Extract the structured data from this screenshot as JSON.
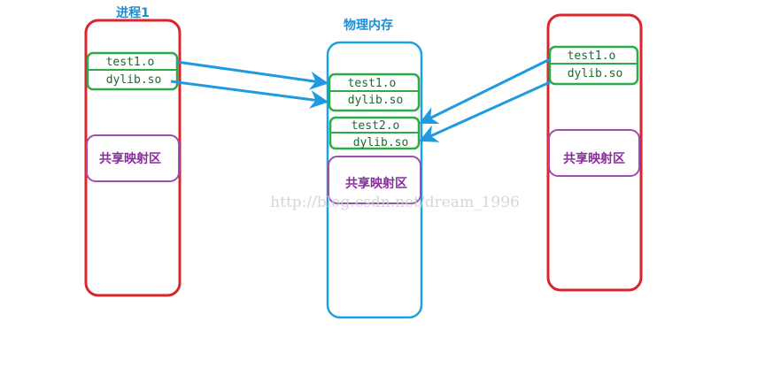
{
  "diagram": {
    "process1": {
      "title": "进程1",
      "modules": [
        "test1.o",
        "dylib.so"
      ],
      "shared_region": "共享映射区"
    },
    "physical_memory": {
      "title": "物理内存",
      "module_group_a": [
        "test1.o",
        "dylib.so"
      ],
      "module_group_b": [
        "test2.o",
        "dylib.so"
      ],
      "shared_region": "共享映射区"
    },
    "process2": {
      "modules": [
        "test1.o",
        "dylib.so"
      ],
      "shared_region": "共享映射区"
    },
    "watermark": "http://blog.csdn.net/dream_1996"
  },
  "colors": {
    "process_border": "#d9252e",
    "memory_border": "#1ba1e2",
    "module_border": "#2eaa4a",
    "shared_border": "#9b4fb0",
    "title_text": "#1a8fd6",
    "shared_text": "#8a2c9e",
    "mono_text": "#1c6b2a",
    "arrow": "#1e9be0",
    "watermark": "#d0d0d0"
  }
}
